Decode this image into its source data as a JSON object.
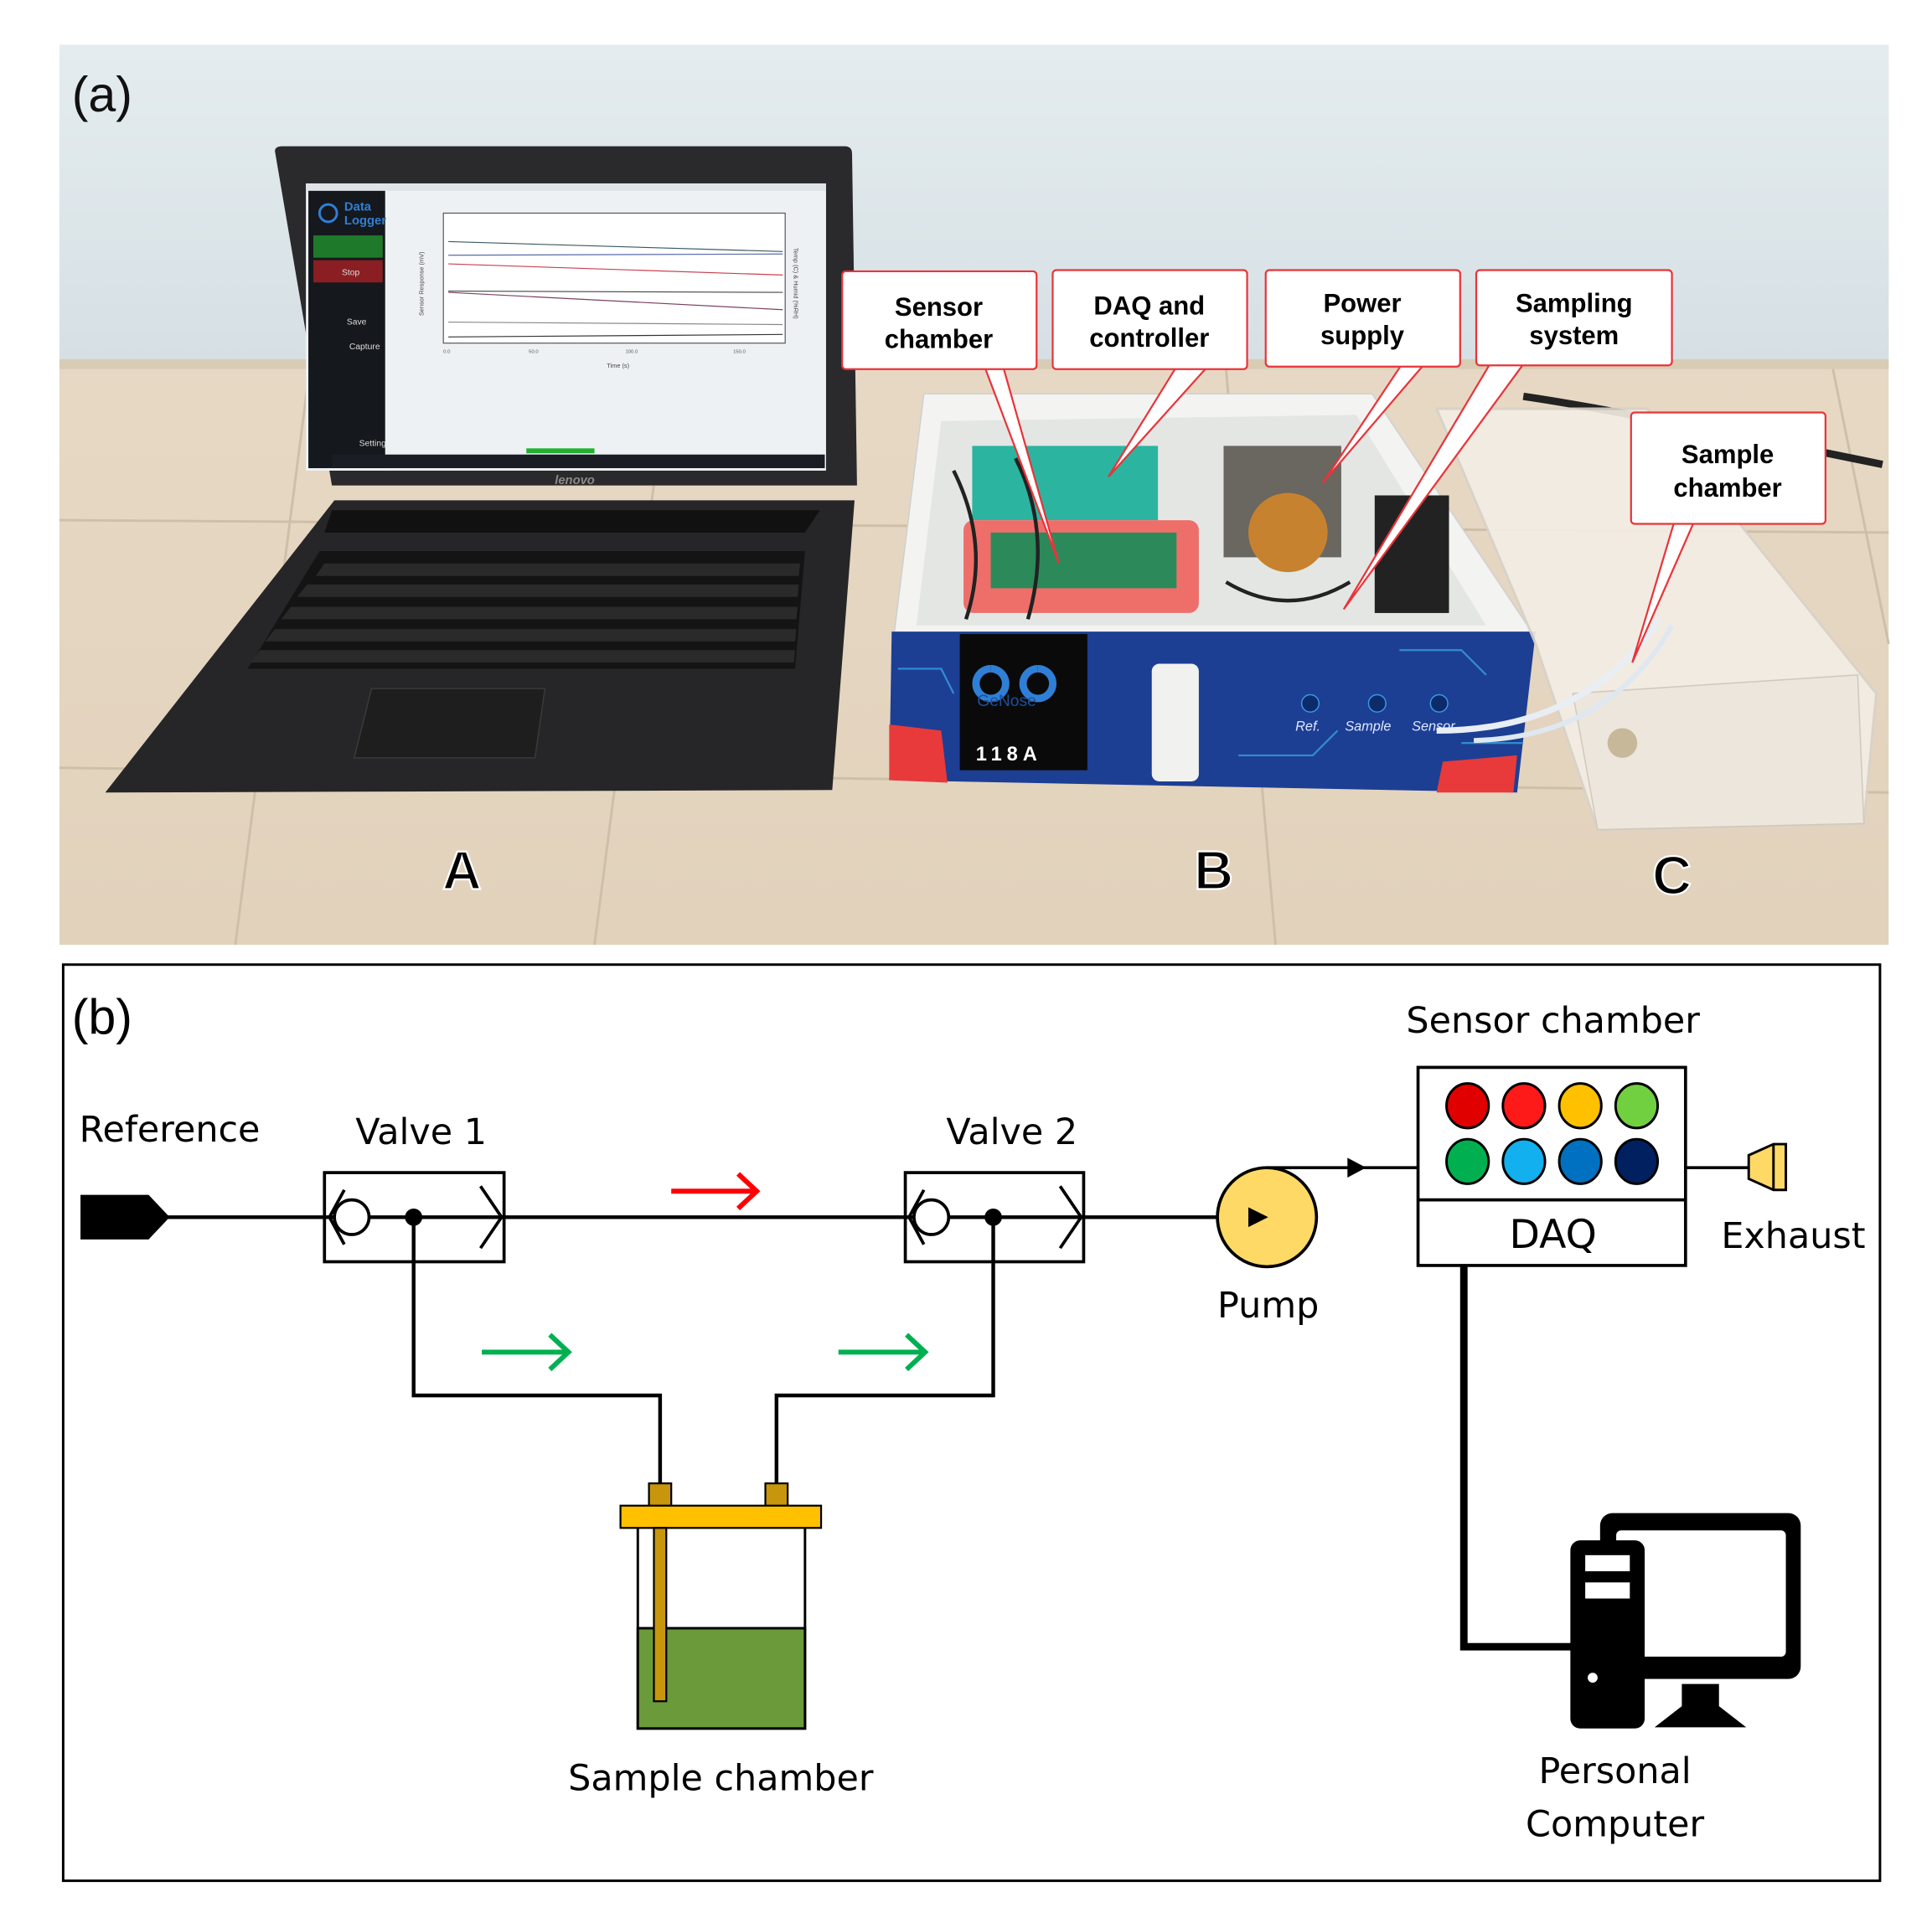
{
  "panel_a": {
    "label": "(a)",
    "laptop": {
      "app_title": "Data",
      "app_title2": "Logger",
      "menu": [
        "Stop",
        "Save",
        "Capture",
        "Setting"
      ],
      "y_axis": "Sensor Response (mV)",
      "y2_axis": "Temp (C) & Humid (%RH)",
      "x_axis": "Time (s)",
      "x_ticks": [
        "0.0",
        "50.0",
        "100.0",
        "150.0"
      ],
      "brand": "lenovo"
    },
    "device": {
      "logo": "GeNose",
      "model": "118A",
      "ports": [
        "Ref.",
        "Sample",
        "Sensor"
      ]
    },
    "callouts": [
      {
        "line1": "Sensor",
        "line2": "chamber"
      },
      {
        "line1": "DAQ and",
        "line2": "controller"
      },
      {
        "line1": "Power",
        "line2": "supply"
      },
      {
        "line1": "Sampling",
        "line2": "system"
      },
      {
        "line1": "Sample",
        "line2": "chamber"
      }
    ],
    "component_letters": [
      "A",
      "B",
      "C"
    ],
    "colors": {
      "callout_border": "#e8343a",
      "device_panel": "#1c3f94",
      "device_corners": "#e83a3a"
    }
  },
  "panel_b": {
    "label": "(b)",
    "reference": "Reference",
    "valve1": "Valve 1",
    "valve2": "Valve 2",
    "pump": "Pump",
    "sensor_chamber": "Sensor chamber",
    "daq": "DAQ",
    "exhaust": "Exhaust",
    "sample_chamber": "Sample chamber",
    "computer_line1": "Personal",
    "computer_line2": "Computer",
    "sensor_colors": [
      "#e00000",
      "#ff1a1a",
      "#ffc000",
      "#70d040",
      "#00b050",
      "#12b0ef",
      "#0070c0",
      "#002060"
    ],
    "colors": {
      "reference_flow_arrow": "#ff0000",
      "sample_flow_arrow": "#00b050",
      "pump": "#ffd966",
      "sample_liquid": "#6b9a3a",
      "lid": "#ffc000"
    }
  }
}
